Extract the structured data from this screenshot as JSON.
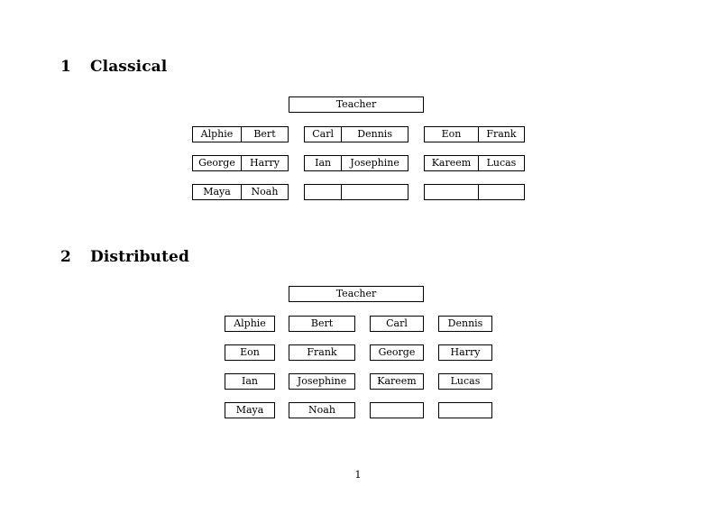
{
  "page": {
    "background": "#ffffff",
    "text_color": "#000000",
    "border_color": "#000000",
    "page_number": "1"
  },
  "sections": [
    {
      "number": "1",
      "title": "Classical",
      "layout": "grouped",
      "root": {
        "label": "Teacher"
      },
      "groups": [
        {
          "rows": [
            {
              "cells": [
                "Alphie",
                "Bert"
              ]
            },
            {
              "cells": [
                "George",
                "Harry"
              ]
            },
            {
              "cells": [
                "Maya",
                "Noah"
              ]
            }
          ]
        },
        {
          "rows": [
            {
              "cells": [
                "Carl",
                "Dennis"
              ]
            },
            {
              "cells": [
                "Ian",
                "Josephine"
              ]
            },
            {
              "cells": [
                "",
                ""
              ]
            }
          ]
        },
        {
          "rows": [
            {
              "cells": [
                "Eon",
                "Frank"
              ]
            },
            {
              "cells": [
                "Kareem",
                "Lucas"
              ]
            },
            {
              "cells": [
                "",
                ""
              ]
            }
          ]
        }
      ]
    },
    {
      "number": "2",
      "title": "Distributed",
      "layout": "individual",
      "root": {
        "label": "Teacher"
      },
      "rows": [
        {
          "cells": [
            "Alphie",
            "Bert",
            "Carl",
            "Dennis"
          ]
        },
        {
          "cells": [
            "Eon",
            "Frank",
            "George",
            "Harry"
          ]
        },
        {
          "cells": [
            "Ian",
            "Josephine",
            "Kareem",
            "Lucas"
          ]
        },
        {
          "cells": [
            "Maya",
            "Noah",
            "",
            ""
          ]
        }
      ]
    }
  ]
}
